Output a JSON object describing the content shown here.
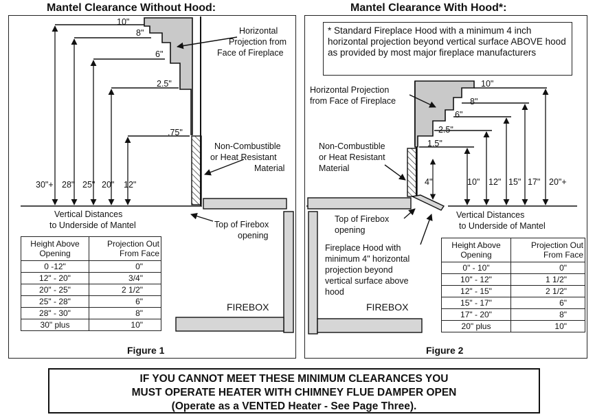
{
  "figure1": {
    "title": "Mantel Clearance Without Hood:",
    "caption": "Figure 1",
    "label_projection": [
      "Horizontal",
      "Projection  from",
      "Face of Fireplace"
    ],
    "label_noncombustible": [
      "Non-Combustible",
      "or Heat Resistant",
      "Material"
    ],
    "label_top_firebox": [
      "Top of Firebox",
      "opening"
    ],
    "label_firebox": "FIREBOX",
    "label_vertical": [
      "Vertical Distances",
      "to Underside of Mantel"
    ],
    "steps": [
      "10\"",
      "8\"",
      "6\"",
      "2.5\"",
      ".75\""
    ],
    "heights": [
      "30\"+",
      "28\"",
      "25\"",
      "20\"",
      "12\""
    ],
    "table": {
      "headers": [
        "Height Above Opening",
        "Projection Out From Face"
      ],
      "rows": [
        [
          "0 -12\"",
          "0\""
        ],
        [
          "12\" - 20\"",
          "3/4\""
        ],
        [
          "20\" - 25\"",
          "2 1/2\""
        ],
        [
          "25\" - 28\"",
          "6\""
        ],
        [
          "28\" - 30\"",
          "8\""
        ],
        [
          "30\" plus",
          "10\""
        ]
      ]
    }
  },
  "figure2": {
    "title": "Mantel Clearance With Hood*:",
    "caption": "Figure 2",
    "note": "* Standard Fireplace Hood with a minimum 4 inch horizontal projection beyond vertical surface ABOVE hood as provided by  most major fireplace manufacturers",
    "label_projection": [
      "Horizontal Projection",
      "from Face of Fireplace"
    ],
    "label_noncombustible": [
      "Non-Combustible",
      "or Heat Resistant",
      "Material"
    ],
    "label_top_firebox": [
      "Top of Firebox",
      "opening"
    ],
    "label_hood": [
      "Fireplace Hood with",
      "minimum 4\" horizontal",
      "projection beyond",
      "vertical surface above",
      "hood"
    ],
    "label_firebox": "FIREBOX",
    "label_hood_depth": "4\"",
    "label_vertical": [
      "Vertical Distances",
      "to Underside of Mantel"
    ],
    "steps": [
      "10\"",
      "8\"",
      "6\"",
      "2.5\"",
      "1.5\""
    ],
    "heights": [
      "10\"",
      "12\"",
      "15\"",
      "17\"",
      "20\"+"
    ],
    "table": {
      "headers": [
        "Height Above Opening",
        "Projection Out From Face"
      ],
      "rows": [
        [
          "0\" - 10\"",
          "0\""
        ],
        [
          "10\" - 12\"",
          "1 1/2\""
        ],
        [
          "12\" - 15\"",
          "2 1/2\""
        ],
        [
          "15\" - 17\"",
          "6\""
        ],
        [
          "17\" - 20\"",
          "8\""
        ],
        [
          "20\" plus",
          "10\""
        ]
      ]
    }
  },
  "banner": {
    "line1": "IF YOU CANNOT MEET THESE MINIMUM CLEARANCES YOU",
    "line2": "MUST OPERATE HEATER WITH CHIMNEY FLUE DAMPER OPEN",
    "line3": "(Operate as a VENTED Heater - See Page Three)."
  }
}
